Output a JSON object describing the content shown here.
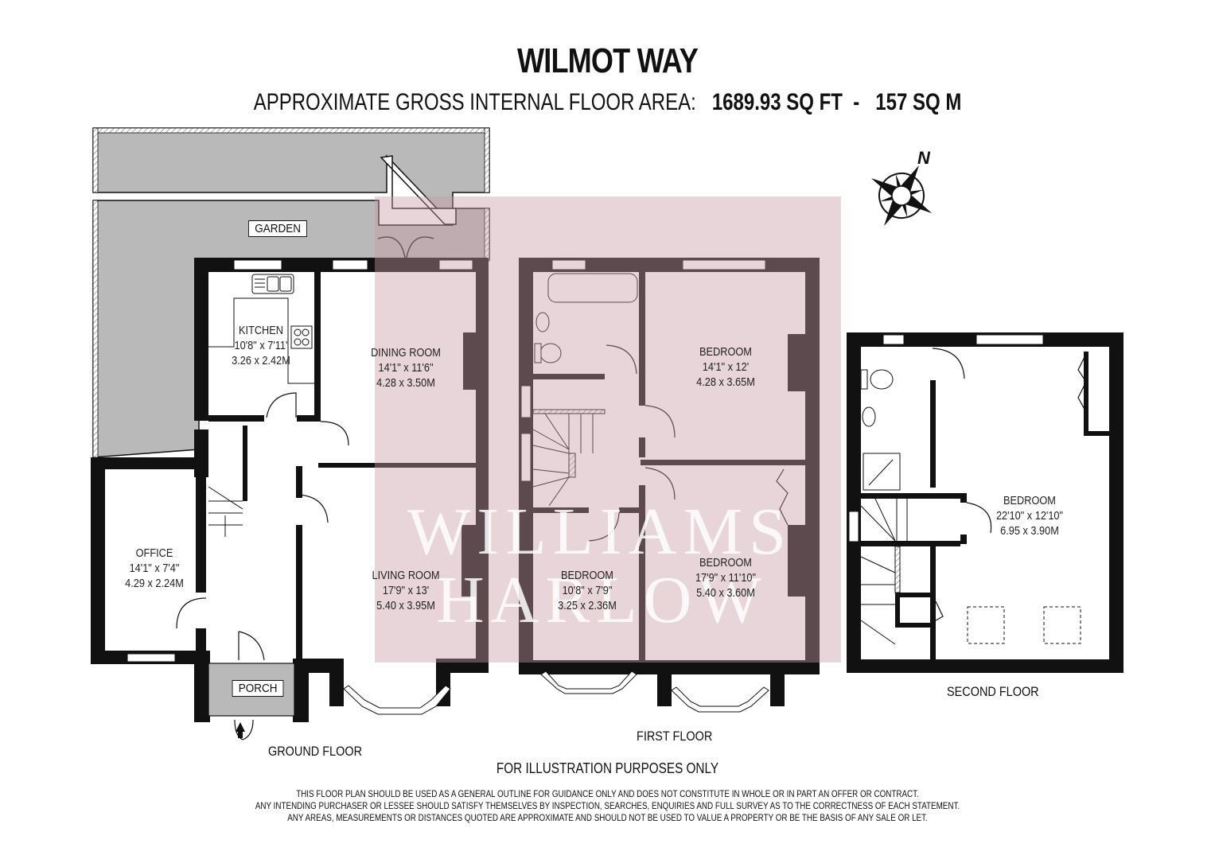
{
  "header": {
    "title": "WILMOT WAY",
    "area_label": "APPROXIMATE GROSS INTERNAL FLOOR AREA:",
    "area_sqft": "1689.93 SQ FT",
    "separator": "-",
    "area_sqm": "157 SQ M"
  },
  "compass": {
    "label": "N"
  },
  "watermark": {
    "line1": "WILLIAMS",
    "line2": "HARLOW"
  },
  "colors": {
    "wall": "#111111",
    "garden_fill": "#b9b9b9",
    "overlay": "#c99aa4",
    "background": "#ffffff"
  },
  "ground_floor": {
    "label": "GROUND FLOOR",
    "garden_label": "GARDEN",
    "porch_label": "PORCH",
    "rooms": [
      {
        "name": "KITCHEN",
        "imperial": "10'8\" x 7'11'",
        "metric": "3.26 x 2.42M"
      },
      {
        "name": "DINING ROOM",
        "imperial": "14'1\" x 11'6\"",
        "metric": "4.28 x 3.50M"
      },
      {
        "name": "OFFICE",
        "imperial": "14'1\" x 7'4\"",
        "metric": "4.29 x 2.24M"
      },
      {
        "name": "LIVING ROOM",
        "imperial": "17'9\" x 13'",
        "metric": "5.40 x 3.95M"
      }
    ]
  },
  "first_floor": {
    "label": "FIRST FLOOR",
    "rooms": [
      {
        "name": "BEDROOM",
        "imperial": "14'1\" x 12'",
        "metric": "4.28 x 3.65M"
      },
      {
        "name": "BEDROOM",
        "imperial": "10'8\" x 7'9\"",
        "metric": "3.25 x 2.36M"
      },
      {
        "name": "BEDROOM",
        "imperial": "17'9\" x 11'10\"",
        "metric": "5.40 x 3.60M"
      }
    ]
  },
  "second_floor": {
    "label": "SECOND FLOOR",
    "rooms": [
      {
        "name": "BEDROOM",
        "imperial": "22'10\" x 12'10\"",
        "metric": "6.95 x 3.90M"
      }
    ]
  },
  "footer": {
    "illustration_note": "FOR ILLUSTRATION PURPOSES ONLY",
    "disclaimer": [
      "THIS FLOOR PLAN SHOULD BE USED AS A GENERAL OUTLINE FOR GUIDANCE ONLY AND DOES NOT CONSTITUTE IN WHOLE OR IN PART AN OFFER OR CONTRACT.",
      "ANY INTENDING PURCHASER OR LESSEE SHOULD SATISFY THEMSELVES BY INSPECTION, SEARCHES, ENQUIRIES AND FULL SURVEY AS TO THE CORRECTNESS OF EACH STATEMENT.",
      "ANY AREAS, MEASUREMENTS OR DISTANCES QUOTED ARE APPROXIMATE AND SHOULD NOT BE USED TO VALUE A PROPERTY OR BE THE BASIS OF ANY SALE OR LET."
    ]
  }
}
